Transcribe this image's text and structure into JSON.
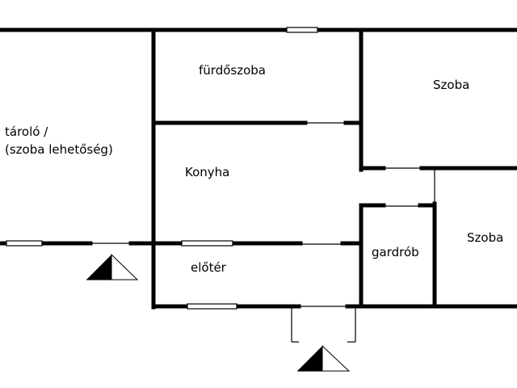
{
  "rooms": {
    "storage_line1": "tároló /",
    "storage_line2": "(szoba lehetőség)",
    "bathroom": "fürdőszoba",
    "room_top": "Szoba",
    "kitchen": "Konyha",
    "wardrobe": "gardrób",
    "room_right": "Szoba",
    "hallway": "előtér"
  },
  "colors": {
    "wall": "#000000",
    "background": "#ffffff"
  },
  "icons": {
    "entrance_left": "entrance-triangle-icon",
    "entrance_bottom": "entrance-triangle-icon"
  }
}
